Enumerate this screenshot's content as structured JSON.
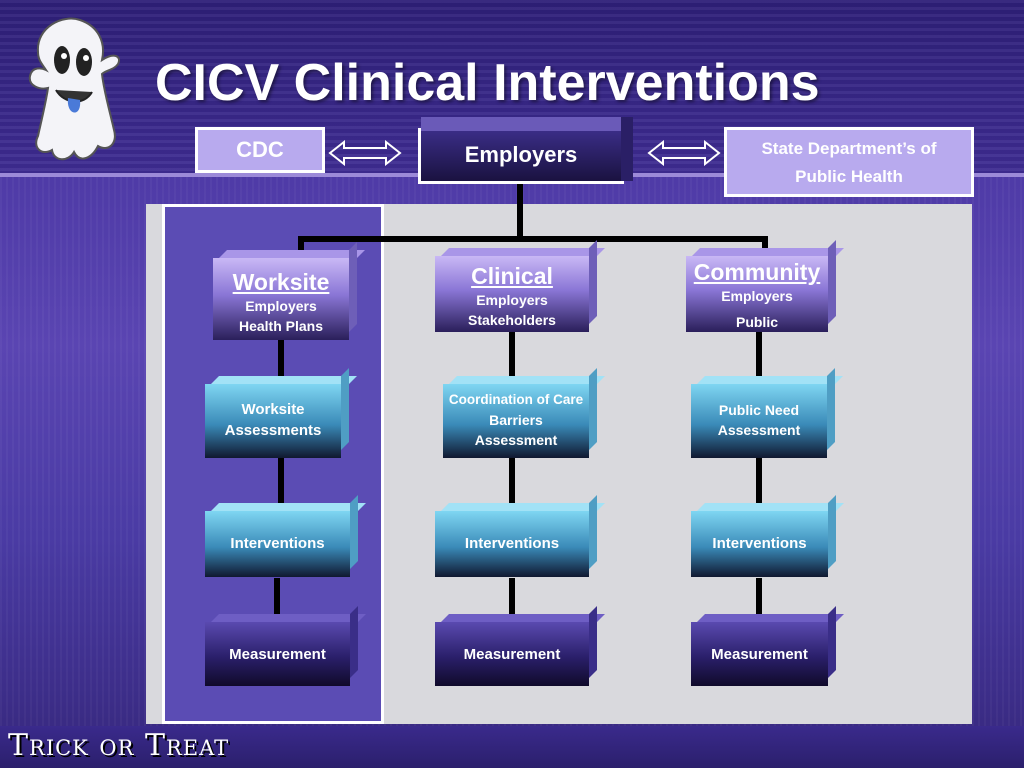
{
  "title": "CICV Clinical Interventions",
  "cdc": "CDC",
  "employers": "Employers",
  "state": {
    "line1": "State Department’s of",
    "line2": "Public Health"
  },
  "columns": [
    {
      "header": {
        "title": "Worksite",
        "lines": [
          "Employers",
          "Health Plans"
        ]
      },
      "assessment": [
        "Worksite",
        "Assessments"
      ],
      "interventions": "Interventions",
      "measurement": "Measurement"
    },
    {
      "header": {
        "title": "Clinical",
        "lines": [
          "Employers",
          "Stakeholders"
        ]
      },
      "assessment": [
        "Coordination of Care",
        "Barriers",
        "Assessment"
      ],
      "interventions": "Interventions",
      "measurement": "Measurement"
    },
    {
      "header": {
        "title": "Community",
        "lines": [
          "Employers",
          "Public"
        ]
      },
      "assessment": [
        "Public Need",
        "Assessment"
      ],
      "interventions": "Interventions",
      "measurement": "Measurement"
    }
  ],
  "footer": "Trick or Treat",
  "icons": {
    "ghost": "ghost-icon",
    "arrows": "double-arrow-icon"
  }
}
